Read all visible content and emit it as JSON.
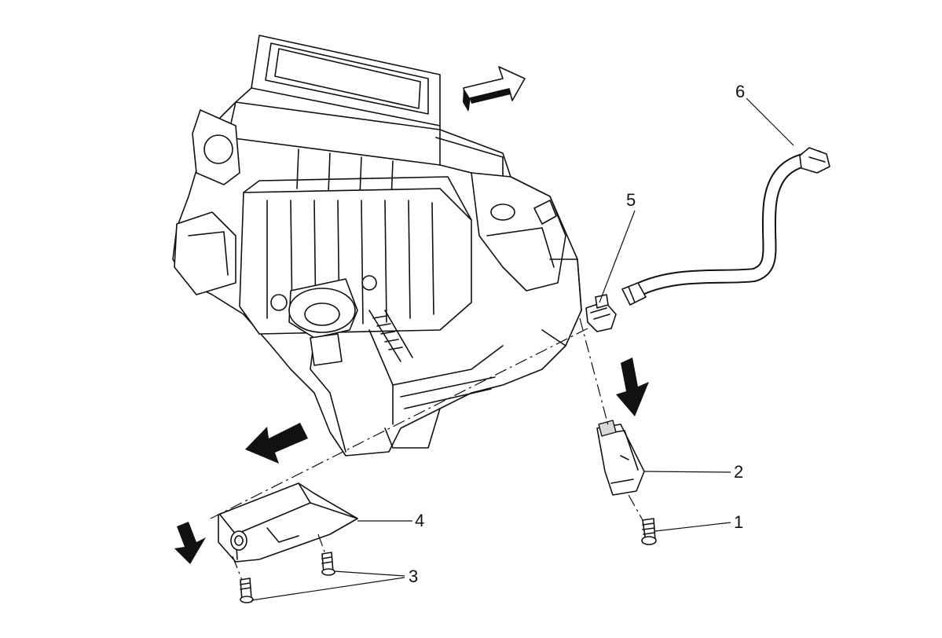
{
  "callouts": [
    {
      "number": "1",
      "part": "screw"
    },
    {
      "number": "2",
      "part": "hose-bracket"
    },
    {
      "number": "3",
      "part": "screws"
    },
    {
      "number": "4",
      "part": "duct-bracket"
    },
    {
      "number": "5",
      "part": "clamp"
    },
    {
      "number": "6",
      "part": "drain-hose"
    }
  ],
  "arrows": [
    "right-up",
    "left",
    "down",
    "down"
  ],
  "colors": {
    "line": "#111111",
    "fill": "#ffffff",
    "shade": "#d9d9d9"
  }
}
